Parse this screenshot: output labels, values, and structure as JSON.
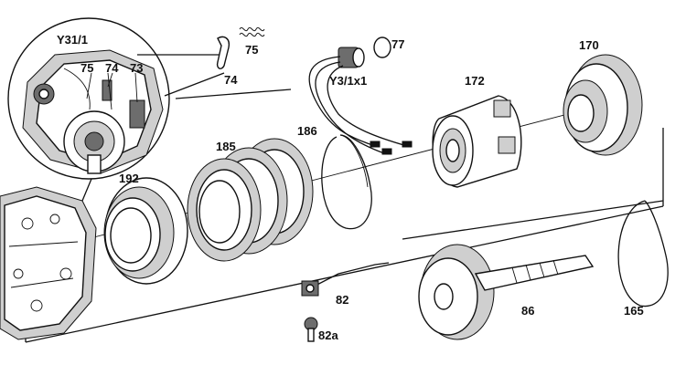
{
  "labels": {
    "y31_1": "Y31/1",
    "inset_75": "75",
    "inset_74": "74",
    "inset_73": "73",
    "part_75": "75",
    "part_74": "74",
    "part_77": "77",
    "y3_1x1": "Y3/1x1",
    "part_172": "172",
    "part_170": "170",
    "part_186": "186",
    "part_185": "185",
    "part_192": "192",
    "part_82": "82",
    "part_82a": "82a",
    "part_86": "86",
    "part_165": "165"
  }
}
